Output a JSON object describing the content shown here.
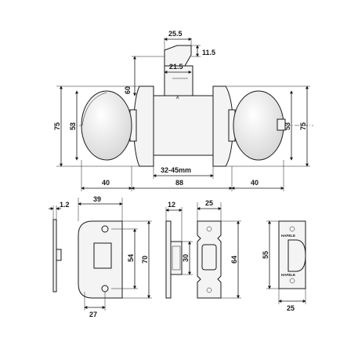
{
  "dimensions": {
    "latch_width_top": "25.5",
    "latch_height_top": "11.5",
    "latch_offset": "21.5",
    "spindle_height": "60",
    "knob_diameter_left": "53",
    "rose_diameter_left": "75",
    "knob_diameter_right": "53",
    "rose_diameter_right": "75",
    "door_thickness": "32-45mm",
    "knob_projection_left": "40",
    "body_width": "88",
    "knob_projection_right": "40",
    "strike_thickness": "1.2",
    "strike_plate_width": "39",
    "strike_opening_height": "54",
    "strike_plate_height": "70",
    "strike_hole_offset": "27",
    "latch_face_depth": "12",
    "latch_face_height": "30",
    "faceplate_width": "25",
    "faceplate_height": "64",
    "front_plate_height": "55",
    "front_plate_width": "25"
  },
  "brand_marks": [
    "HAFELE",
    "HAFELE"
  ],
  "colors": {
    "line": "#1a1a1a",
    "fill": "#f4f4f4",
    "knob_highlight": "#ffffff",
    "knob_shadow": "#cfcfcf"
  }
}
